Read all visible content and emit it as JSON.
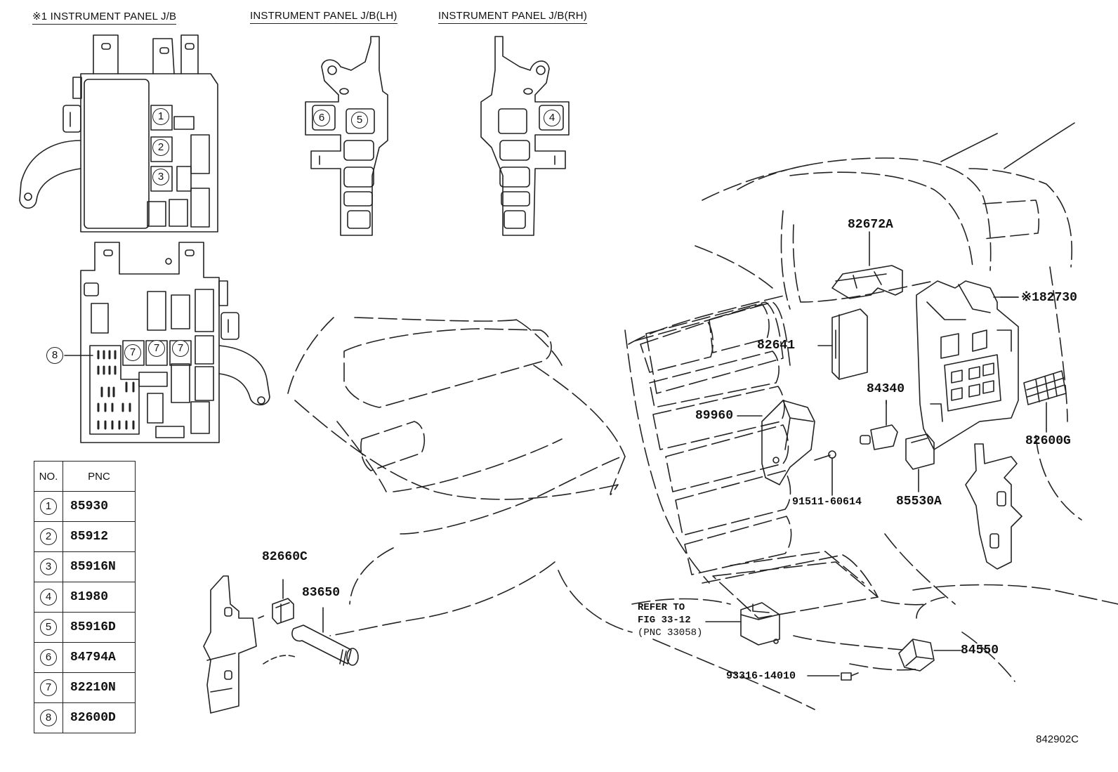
{
  "headers": {
    "panel_jb": "※1 INSTRUMENT PANEL J/B",
    "panel_lh": "INSTRUMENT PANEL J/B(LH)",
    "panel_rh": "INSTRUMENT PANEL J/B(RH)"
  },
  "callouts": {
    "c1": "1",
    "c2": "2",
    "c3": "3",
    "c4": "4",
    "c5": "5",
    "c6": "6",
    "c7": "7",
    "c8": "8"
  },
  "part_numbers": {
    "p82672A": "82672A",
    "p82730": "※182730",
    "p82641": "82641",
    "p84340": "84340",
    "p89960": "89960",
    "p82600G": "82600G",
    "p91511": "91511-60614",
    "p85530A": "85530A",
    "p82660C": "82660C",
    "p83650": "83650",
    "p84550": "84550",
    "p93316": "93316-14010"
  },
  "reference": {
    "line1": "REFER TO",
    "line2": "FIG 33-12",
    "line3": "(PNC 33058)"
  },
  "table": {
    "col_no": "NO.",
    "col_pnc": "PNC",
    "rows": [
      {
        "no": "1",
        "pnc": "85930"
      },
      {
        "no": "2",
        "pnc": "85912"
      },
      {
        "no": "3",
        "pnc": "85916N"
      },
      {
        "no": "4",
        "pnc": "81980"
      },
      {
        "no": "5",
        "pnc": "85916D"
      },
      {
        "no": "6",
        "pnc": "84794A"
      },
      {
        "no": "7",
        "pnc": "82210N"
      },
      {
        "no": "8",
        "pnc": "82600D"
      }
    ]
  },
  "figure_code": "842902C"
}
